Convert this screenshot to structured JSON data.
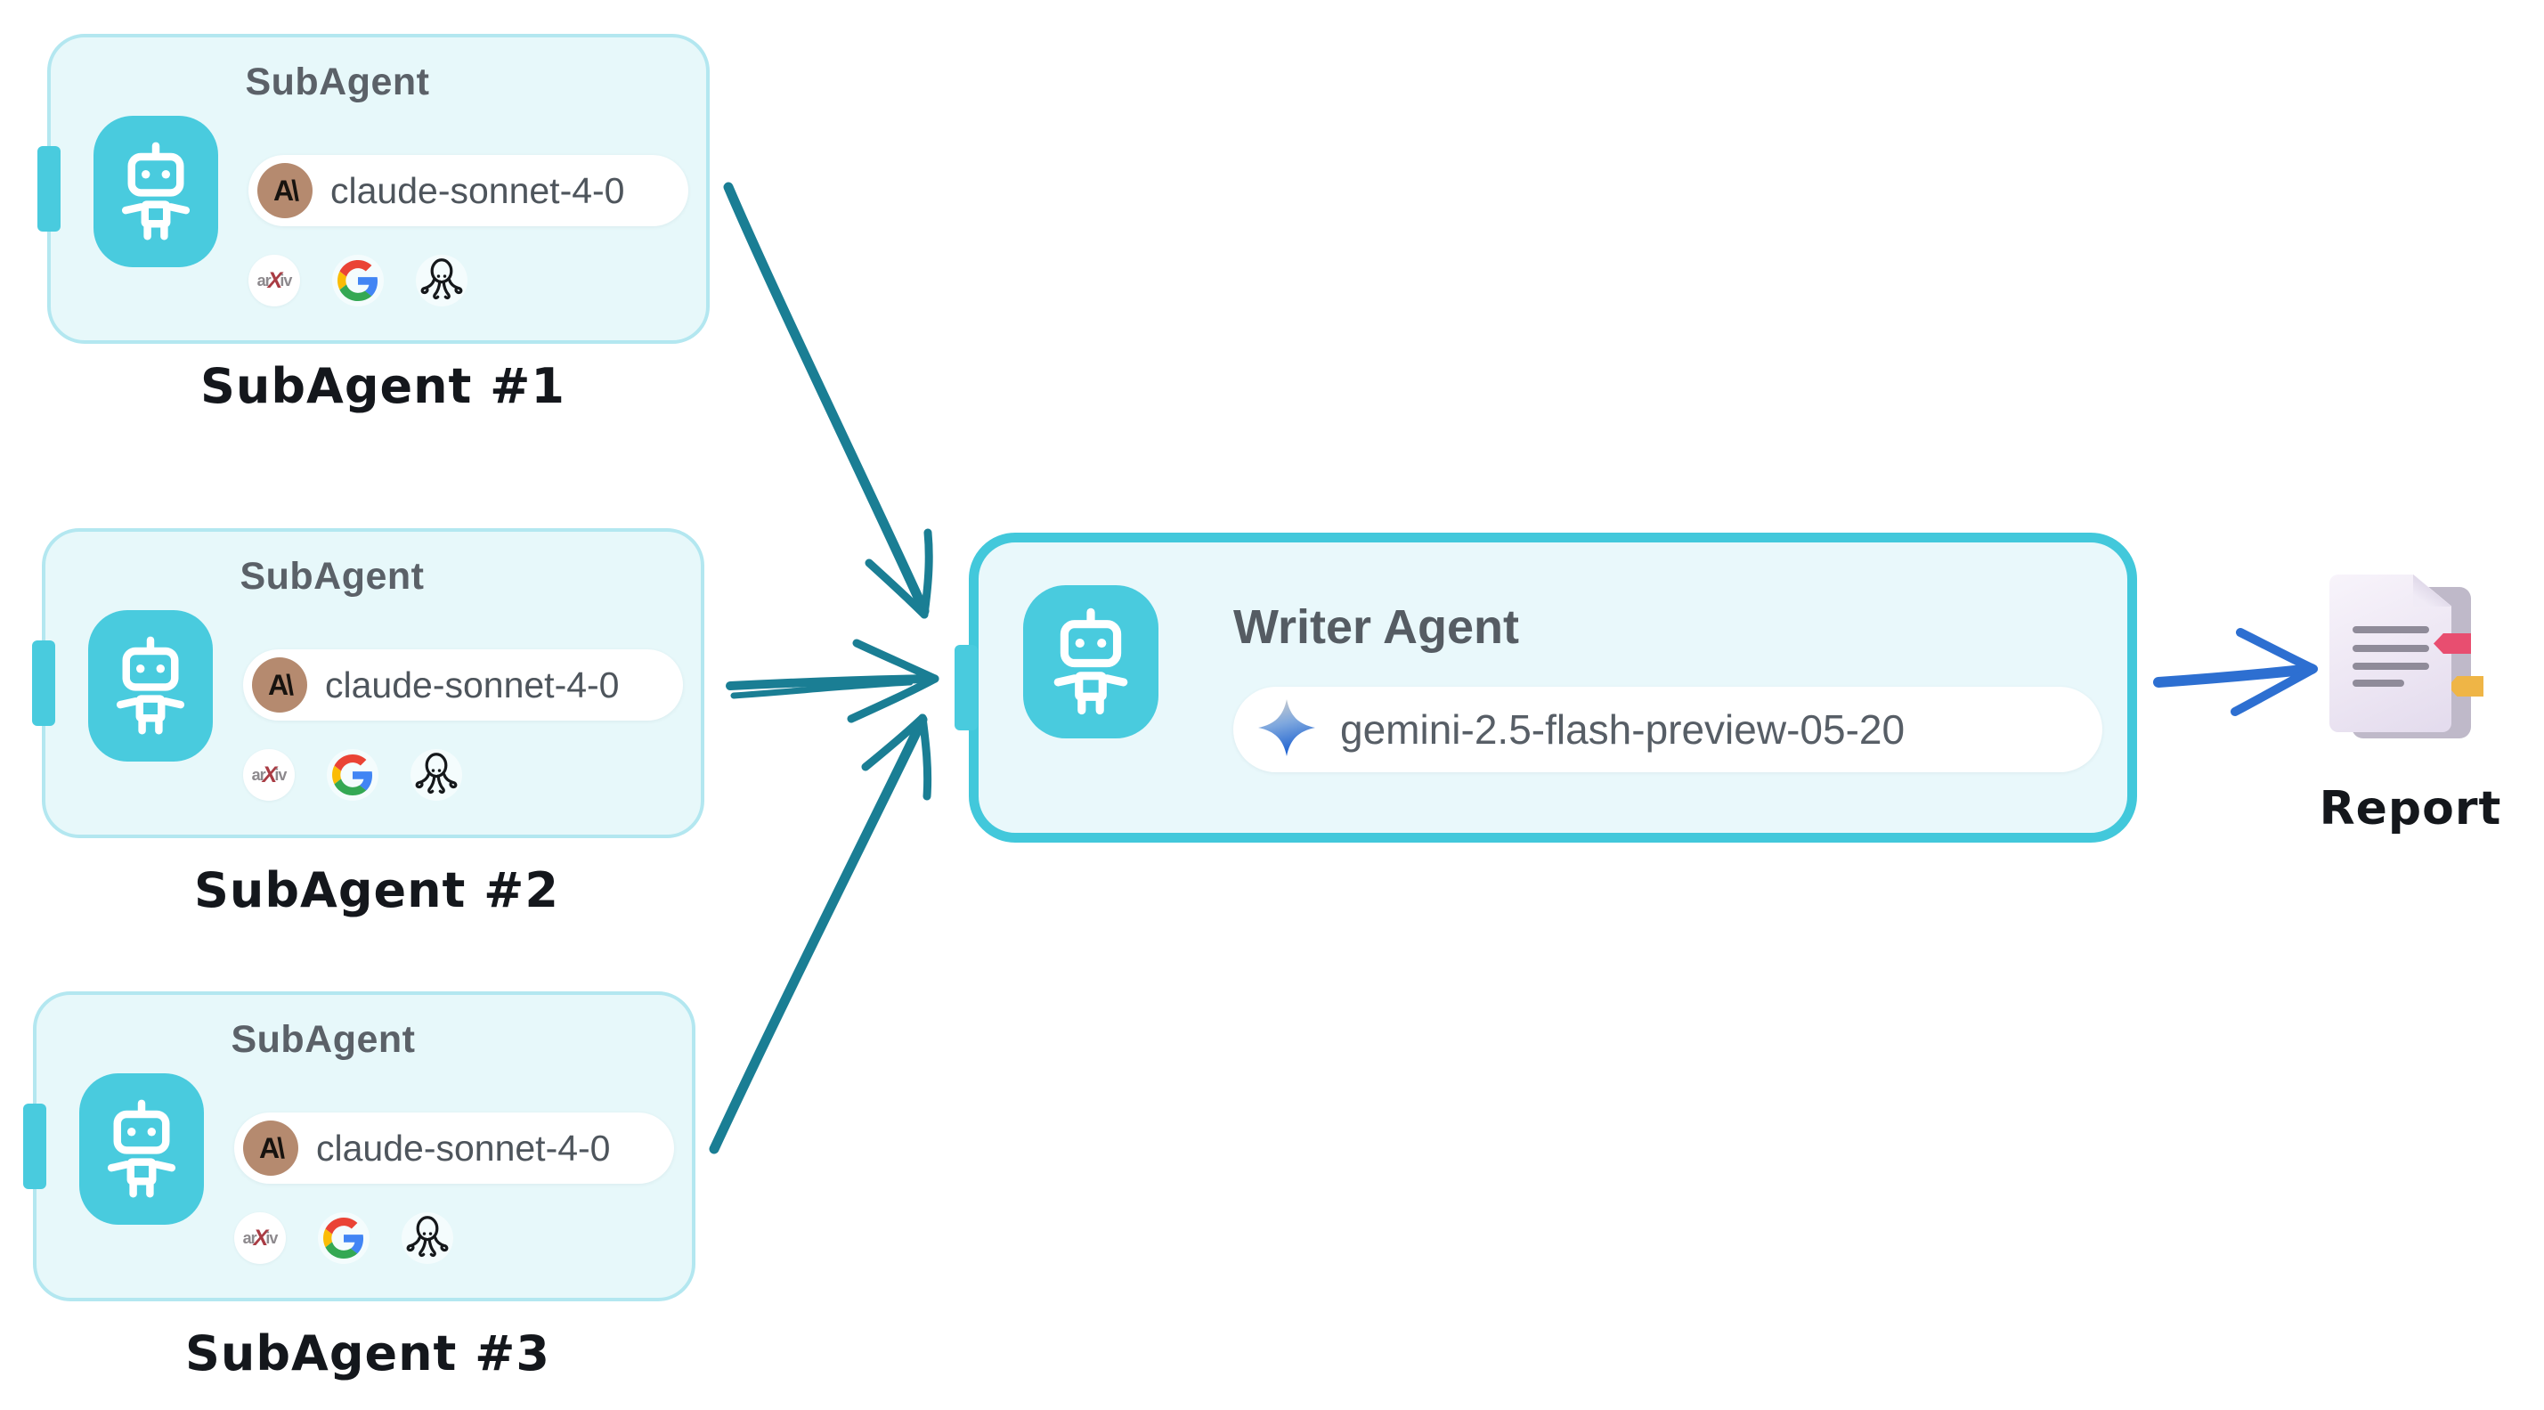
{
  "subagents": [
    {
      "card_title": "SubAgent",
      "model": "claude-sonnet-4-0",
      "caption": "SubAgent #1"
    },
    {
      "card_title": "SubAgent",
      "model": "claude-sonnet-4-0",
      "caption": "SubAgent #2"
    },
    {
      "card_title": "SubAgent",
      "model": "claude-sonnet-4-0",
      "caption": "SubAgent #3"
    }
  ],
  "writer": {
    "card_title": "Writer Agent",
    "model": "gemini-2.5-flash-preview-05-20"
  },
  "report": {
    "caption": "Report"
  },
  "anthropic": {
    "glyph": "A\\"
  },
  "arxiv": {
    "ar": "ar",
    "x": "X",
    "iv": "iv"
  },
  "tool_icons": [
    "arxiv-icon",
    "google-icon",
    "octopus-icon"
  ],
  "model_icons": {
    "subagent": "anthropic-icon",
    "writer": "gemini-star-icon"
  },
  "colors": {
    "node_teal": "#49CBDE",
    "subagent_border": "#B3E7F0",
    "writer_border": "#42C8DB",
    "card_bg": "#E7F8FA",
    "arrow_teal": "#1A7E94",
    "arrow_blue": "#2D6FD1",
    "anthropic_tan": "#B58A6F",
    "arxiv_red": "#A93C44",
    "bookmark_pink": "#E84E70",
    "bookmark_yellow": "#EFB546"
  }
}
